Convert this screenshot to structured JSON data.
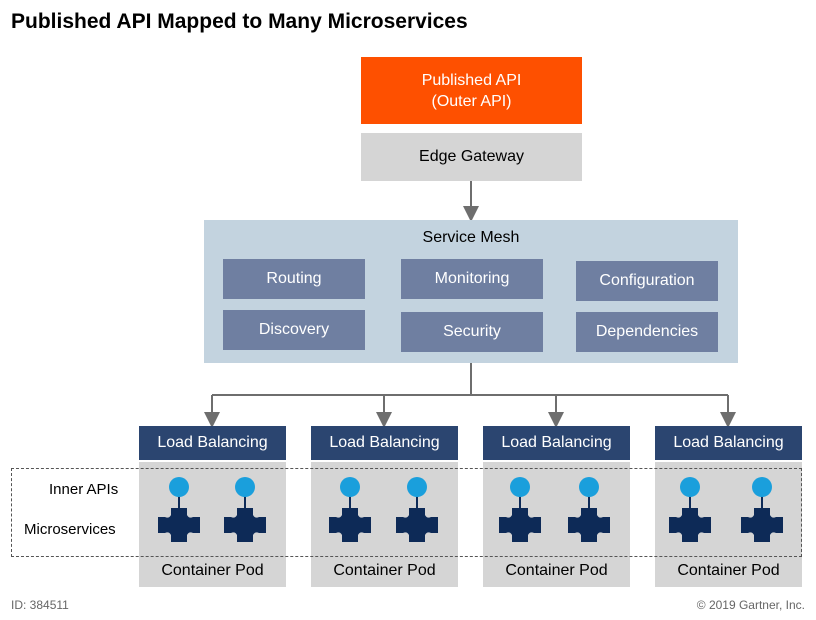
{
  "title": "Published API Mapped to Many Microservices",
  "published_api": {
    "line1": "Published API",
    "line2": "(Outer API)"
  },
  "edge_gateway": "Edge Gateway",
  "service_mesh": {
    "title": "Service Mesh",
    "capabilities": [
      "Routing",
      "Monitoring",
      "Configuration",
      "Discovery",
      "Security",
      "Dependencies"
    ]
  },
  "load_balancers": [
    "Load Balancing",
    "Load Balancing",
    "Load Balancing",
    "Load Balancing"
  ],
  "container_pods": [
    "Container Pod",
    "Container Pod",
    "Container Pod",
    "Container Pod"
  ],
  "row_labels": {
    "inner_apis": "Inner APIs",
    "microservices": "Microservices"
  },
  "footer": {
    "id": "ID: 384511",
    "copyright": "© 2019 Gartner, Inc."
  },
  "colors": {
    "published_api": "#fe5000",
    "gateway": "#d5d5d5",
    "service_mesh": "#c3d3df",
    "capability": "#6f7fa1",
    "load_balancer": "#2b4570",
    "inner_api_dot": "#1a9fdc",
    "microservice": "#0d2a57"
  }
}
